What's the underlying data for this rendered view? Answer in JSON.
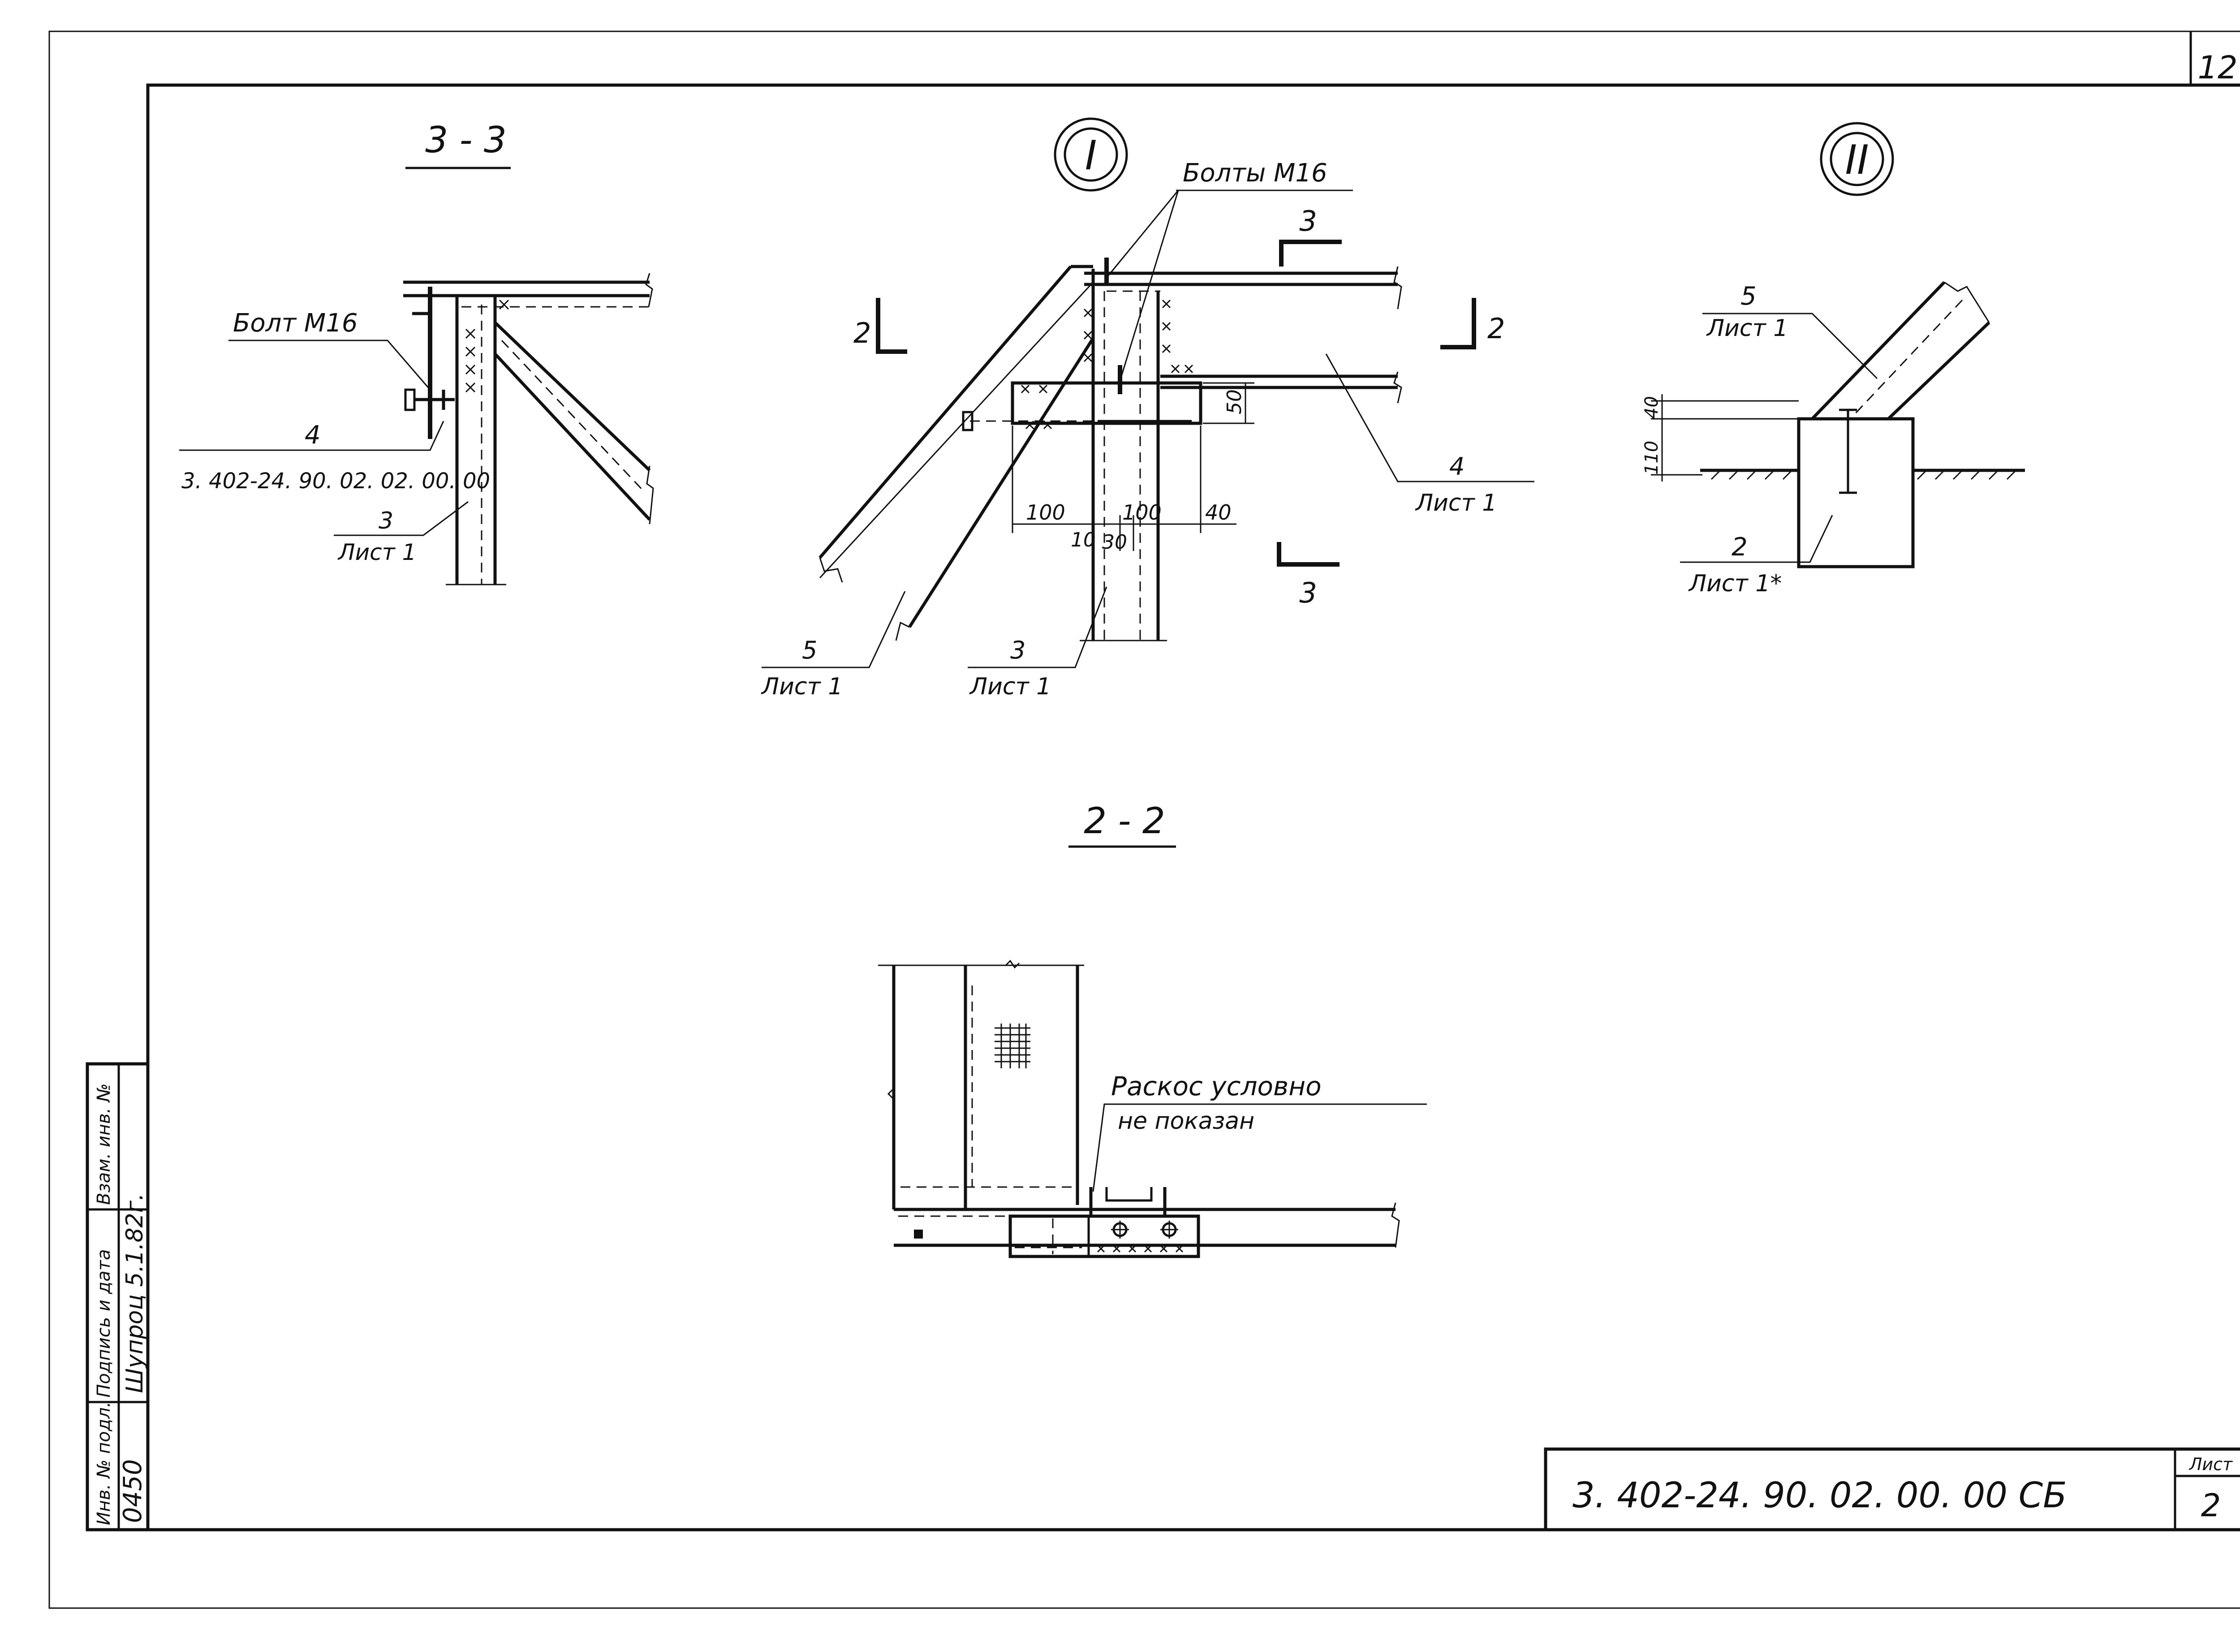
{
  "colors": {
    "ink": "#111111",
    "paper": "#ffffff"
  },
  "page_number": "12",
  "document_code": "3. 402-24. 90. 02. 00. 00 СБ",
  "sheet": {
    "label": "Лист",
    "number": "2"
  },
  "side_stamp": {
    "inv_podl_label": "Инв. № подл.",
    "inv_podl_value": "0450",
    "podpis_label": "Подпись и дата",
    "podpis_value": "Шупроц 5.1.82г.",
    "vzam_label": "Взам. инв. №"
  },
  "view_3_3": {
    "title": "3 - 3",
    "bolt_label": "Болт М16",
    "part4_num": "4",
    "part4_ref": "3. 402-24. 90. 02. 02. 00. 00",
    "part3_num": "3",
    "part3_ref": "Лист 1"
  },
  "node_I": {
    "marker": "I",
    "bolts_label": "Болты М16",
    "cut3_top": "3",
    "cut3_bottom": "3",
    "cut2_left": "2",
    "cut2_right": "2",
    "dim_50": "50",
    "dim_100_left": "100",
    "dim_100_right": "100",
    "dim_40": "40",
    "dim_10": "10",
    "dim_30": "30",
    "part4_num": "4",
    "part4_ref": "Лист 1",
    "part5_num": "5",
    "part5_ref": "Лист 1",
    "part3_num": "3",
    "part3_ref": "Лист 1"
  },
  "node_II": {
    "marker": "II",
    "part5_num": "5",
    "part5_ref": "Лист 1",
    "dim_40": "40",
    "dim_110": "110",
    "part2_num": "2",
    "part2_ref": "Лист 1*"
  },
  "view_2_2": {
    "title": "2 - 2",
    "note_line1": "Раскос условно",
    "note_line2": "не показан"
  }
}
